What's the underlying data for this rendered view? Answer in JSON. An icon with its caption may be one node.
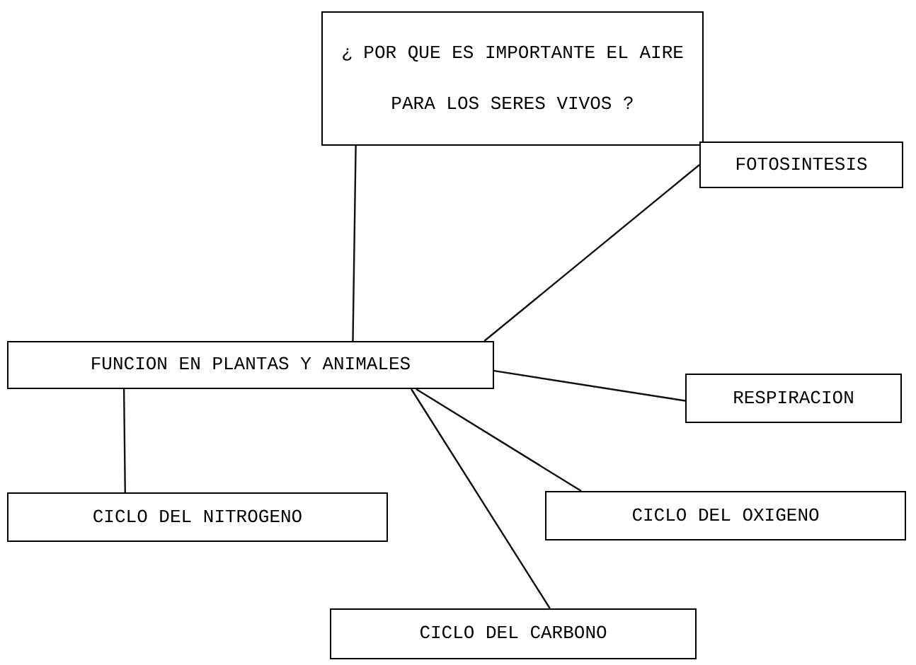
{
  "diagram": {
    "nodes": [
      {
        "text": [
          "¿ POR QUE ES IMPORTANTE EL AIRE PARA LOS SERES VIVOS ?"
        ]
      },
      {
        "text": [
          "FUNCION EN PLANTAS Y ANIMALES"
        ]
      },
      {
        "text": [
          "FOTOSINTESIS"
        ]
      },
      {
        "text": [
          "RESPIRACION"
        ]
      },
      {
        "text": [
          "CICLO DEL NITROGENO"
        ]
      },
      {
        "text": [
          "CICLO DEL OXIGENO"
        ]
      },
      {
        "text": [
          "CICLO DEL CARBONO"
        ]
      }
    ],
    "edges": [
      {
        "from": 0,
        "to": 1,
        "arrow": "none"
      },
      {
        "from": 1,
        "to": 2,
        "arrow": "none"
      },
      {
        "from": 1,
        "to": 3,
        "arrow": "none"
      },
      {
        "from": 1,
        "to": 4,
        "arrow": "none"
      },
      {
        "from": 1,
        "to": 5,
        "arrow": "none"
      },
      {
        "from": 1,
        "to": 6,
        "arrow": "none"
      }
    ]
  }
}
